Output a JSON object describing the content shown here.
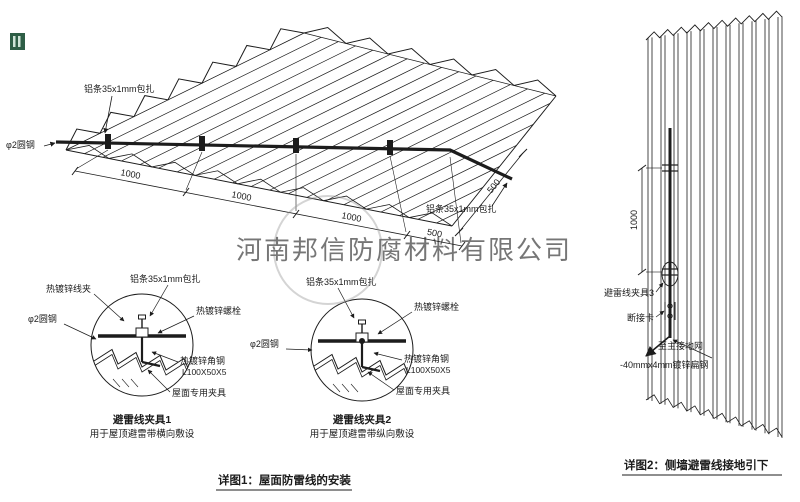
{
  "watermark": {
    "company": "河南邦信防腐材料有限公司"
  },
  "fig1": {
    "caption": "详图1：屋面防雷线的安装",
    "roof_labels": {
      "binding_top": "铝条35x1mm包扎",
      "binding_right": "铝条35x1mm包扎",
      "rod": "φ2圆钢"
    },
    "dims": [
      "1000",
      "1000",
      "1000",
      "500",
      "500"
    ],
    "detail1": {
      "labels": {
        "wire_clip": "热镀锌线夹",
        "binding": "铝条35x1mm包扎",
        "bolt": "热镀锌螺栓",
        "rod": "φ2圆钢",
        "angle_steel": "热镀锌角钢",
        "angle_spec": "L100X50X5",
        "roof_clamp": "屋面专用夹具"
      },
      "name": "避雷线夹具1",
      "usage": "用于屋顶避雷带横向敷设"
    },
    "detail2": {
      "labels": {
        "binding": "铝条35x1mm包扎",
        "bolt": "热镀锌螺栓",
        "rod": "φ2圆钢",
        "angle_steel": "热镀锌角钢",
        "angle_spec": "L100X50X5",
        "roof_clamp": "屋面专用夹具"
      },
      "name": "避雷线夹具2",
      "usage": "用于屋顶避雷带纵向敷设"
    }
  },
  "fig2": {
    "caption": "详图2：侧墙避雷线接地引下",
    "dim": "1000",
    "labels": {
      "clamp3": "避雷线夹具3",
      "disconnect": "断接卡",
      "to_ground": "至主接地网",
      "flat_steel": "-40mmx4mm镀锌扁钢"
    }
  },
  "colors": {
    "line": "#1c1c1c",
    "red": "#cc1111",
    "watermark_gray": "#8f8f8f"
  }
}
